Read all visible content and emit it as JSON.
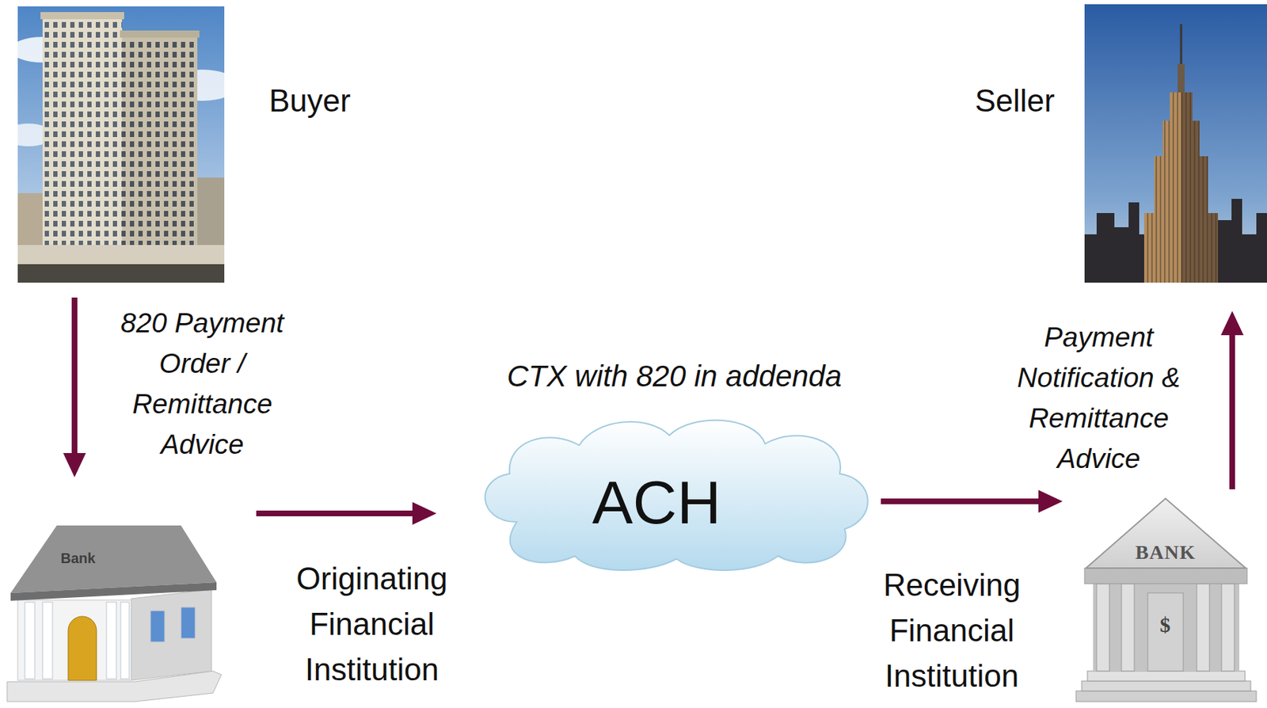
{
  "diagram": {
    "nodes": [
      {
        "text": [
          "Buyer"
        ]
      },
      {
        "text": [
          "Seller"
        ]
      },
      {
        "text": [
          "Originating Financial Institution"
        ]
      },
      {
        "text": [
          "CTX with 820 in addenda",
          "ACH"
        ]
      },
      {
        "text": [
          "Receiving Financial Institution"
        ]
      }
    ],
    "edges": [
      {
        "from": 0,
        "to": 2,
        "arrow": "to",
        "label": "820 Payment Order / Remittance Advice"
      },
      {
        "from": 2,
        "to": 3,
        "arrow": "to"
      },
      {
        "from": 3,
        "to": 4,
        "arrow": "to"
      },
      {
        "from": 4,
        "to": 1,
        "arrow": "to",
        "label": "Payment Notification & Remittance Advice"
      }
    ],
    "labels": [
      "Bank",
      "BANK",
      "$"
    ]
  }
}
